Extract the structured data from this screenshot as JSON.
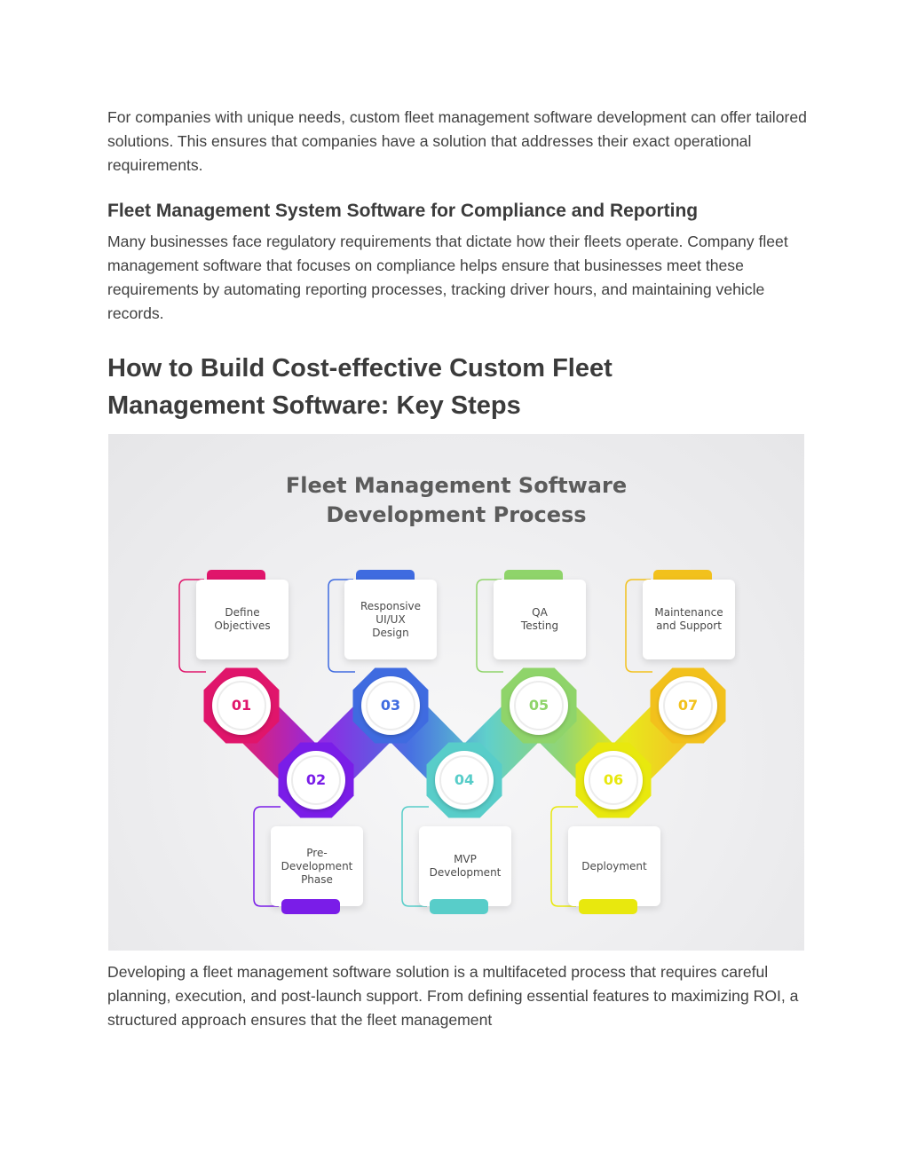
{
  "intro_paragraph": "For companies with unique needs, custom fleet management software development can offer tailored solutions. This ensures that companies have a solution that addresses their exact operational requirements.",
  "compliance": {
    "heading": "Fleet Management System Software for Compliance and Reporting",
    "body": "Many businesses face regulatory requirements that dictate how their fleets operate. Company fleet management software that focuses on compliance helps ensure that businesses meet these requirements by automating reporting processes, tracking driver hours, and maintaining vehicle records."
  },
  "section_heading": "How to Build Cost-effective Custom Fleet Management Software: Key Steps",
  "figure": {
    "title_line1": "Fleet Management Software",
    "title_line2": "Development Process",
    "steps": [
      {
        "number": "01",
        "label": "Define\nObjectives",
        "color": "#e0156b"
      },
      {
        "number": "02",
        "label": "Pre-\nDevelopment\nPhase",
        "color": "#7a1de8"
      },
      {
        "number": "03",
        "label": "Responsive\nUI/UX\nDesign",
        "color": "#3f6be0"
      },
      {
        "number": "04",
        "label": "MVP\nDevelopment",
        "color": "#58cdc9"
      },
      {
        "number": "05",
        "label": "QA\nTesting",
        "color": "#8fd46a"
      },
      {
        "number": "06",
        "label": "Deployment",
        "color": "#e8e80e"
      },
      {
        "number": "07",
        "label": "Maintenance\nand Support",
        "color": "#f2c11c"
      }
    ]
  },
  "closing_paragraph": "Developing a fleet management software solution is a multifaceted process that requires careful planning, execution, and post-launch support. From defining essential features to maximizing ROI, a structured approach ensures that the fleet management"
}
